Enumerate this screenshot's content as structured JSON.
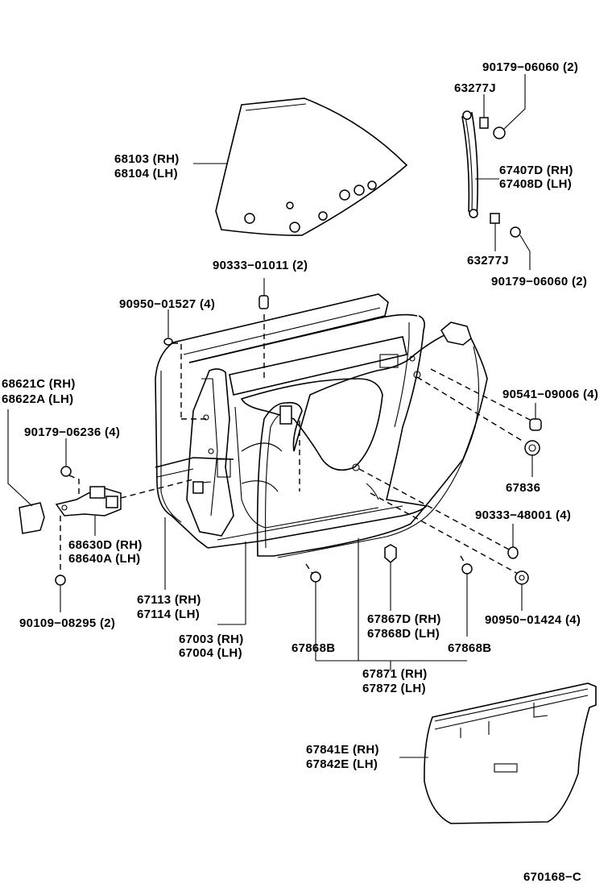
{
  "labels": {
    "glass_rh": "68103 (RH)",
    "glass_lh": "68104 (LH)",
    "bolt_top": "90179−06060 (2)",
    "clip_top": "63277J",
    "run_rh": "67407D (RH)",
    "run_lh": "67408D (LH)",
    "clip_bottom": "63277J",
    "bolt_bottom": "90179−06060 (2)",
    "plug_top": "90333−01011 (2)",
    "plug_left": "90950−01527 (4)",
    "check_rh": "68621C (RH)",
    "check_lh": "68622A (LH)",
    "bolt_check": "90179−06236 (4)",
    "hinge_rh": "68630D (RH)",
    "hinge_lh": "68640A (LH)",
    "bolt_hinge": "90109−08295 (2)",
    "frame_rh": "67113 (RH)",
    "frame_lh": "67114 (LH)",
    "door_rh": "67003 (RH)",
    "door_lh": "67004 (LH)",
    "clip_right": "90541−09006 (4)",
    "grommet": "67836",
    "plug_right": "90333−48001 (4)",
    "plug_bottom_right": "90950−01424 (4)",
    "clip_weather_rh": "67867D (RH)",
    "clip_weather_lh": "67868D (LH)",
    "clip_b_left": "67868B",
    "clip_b_right": "67868B",
    "weather_rh": "67871 (RH)",
    "weather_lh": "67872 (LH)",
    "cover_rh": "67841E (RH)",
    "cover_lh": "67842E (LH)",
    "diagram_code": "670168−C"
  }
}
